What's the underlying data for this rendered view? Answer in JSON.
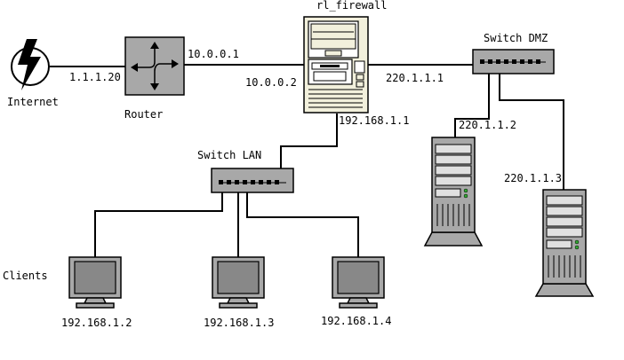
{
  "nodes": {
    "internet": {
      "label": "Internet",
      "icon": "lightning-icon"
    },
    "router": {
      "label": "Router",
      "icon": "router-icon"
    },
    "firewall": {
      "label": "rl_firewall",
      "icon": "desktop-computer-icon"
    },
    "switch_dmz": {
      "label": "Switch DMZ",
      "icon": "switch-icon"
    },
    "switch_lan": {
      "label": "Switch LAN",
      "icon": "switch-icon"
    },
    "clients": {
      "label": "Clients"
    }
  },
  "addresses": {
    "router_wan": "1.1.1.20",
    "router_lan": "10.0.0.1",
    "fw_wan": "10.0.0.2",
    "fw_dmz": "220.1.1.1",
    "fw_lan": "192.168.1.1",
    "server1": "220.1.1.2",
    "server2": "220.1.1.3",
    "client1": "192.168.1.2",
    "client2": "192.168.1.3",
    "client3": "192.168.1.4"
  },
  "colors": {
    "device_gray": "#a8a8a8",
    "beige": "#f2f0dc",
    "screen": "#888888",
    "led_green": "#33aa33"
  }
}
